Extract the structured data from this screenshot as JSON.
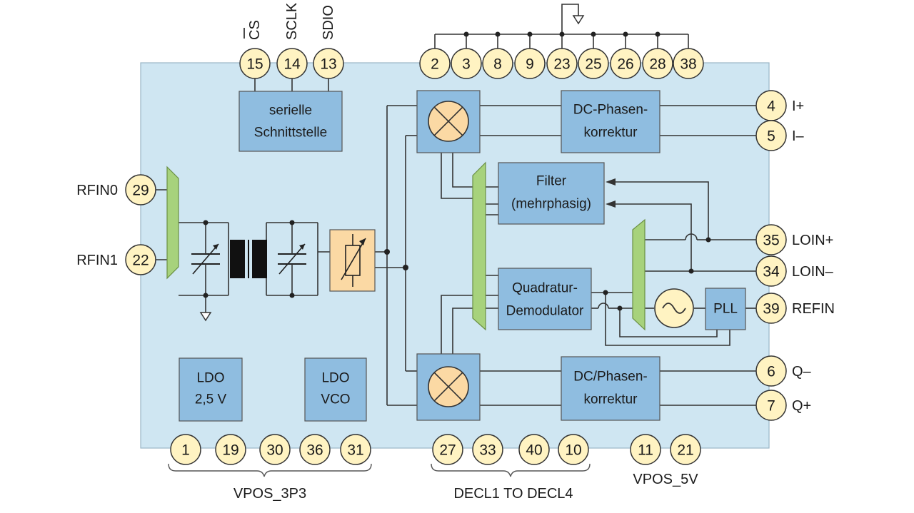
{
  "colors": {
    "chip_fill": "#cfe6f2",
    "block_fill": "#8fbde0",
    "pin_fill": "#fff3c2",
    "mixer_fill": "#fbd9a4",
    "mux_fill": "#a7d27c",
    "line": "#333333"
  },
  "top_pins": [
    {
      "number": "15",
      "label": "CS"
    },
    {
      "number": "14",
      "label": "SCLK"
    },
    {
      "number": "13",
      "label": "SDIO"
    },
    {
      "number": "2"
    },
    {
      "number": "3"
    },
    {
      "number": "8"
    },
    {
      "number": "9"
    },
    {
      "number": "23"
    },
    {
      "number": "25"
    },
    {
      "number": "26"
    },
    {
      "number": "28"
    },
    {
      "number": "38"
    }
  ],
  "right_pins": [
    {
      "number": "4",
      "label": "I+"
    },
    {
      "number": "5",
      "label": "I–"
    },
    {
      "number": "35",
      "label": "LOIN+"
    },
    {
      "number": "34",
      "label": "LOIN–"
    },
    {
      "number": "39",
      "label": "REFIN"
    },
    {
      "number": "6",
      "label": "Q–"
    },
    {
      "number": "7",
      "label": "Q+"
    }
  ],
  "left_pins": [
    {
      "number": "29",
      "label": "RFIN0"
    },
    {
      "number": "22",
      "label": "RFIN1"
    }
  ],
  "bottom_pins": [
    {
      "number": "1"
    },
    {
      "number": "19"
    },
    {
      "number": "30"
    },
    {
      "number": "36"
    },
    {
      "number": "31"
    },
    {
      "number": "27"
    },
    {
      "number": "33"
    },
    {
      "number": "40"
    },
    {
      "number": "10"
    },
    {
      "number": "11"
    },
    {
      "number": "21"
    }
  ],
  "bottom_groups": [
    "VPOS_3P3",
    "DECL1 TO DECL4",
    "VPOS_5V"
  ],
  "blocks": {
    "serial": [
      "serielle",
      "Schnittstelle"
    ],
    "dc_i": [
      "DC-Phasen-",
      "korrektur"
    ],
    "filter": [
      "Filter",
      "(mehrphasig)"
    ],
    "demod": [
      "Quadratur-",
      "Demodulator"
    ],
    "pll": "PLL",
    "dc_q": [
      "DC/Phasen-",
      "korrektur"
    ],
    "ldo1": [
      "LDO",
      "2,5 V"
    ],
    "ldo2": [
      "LDO",
      "VCO"
    ]
  }
}
